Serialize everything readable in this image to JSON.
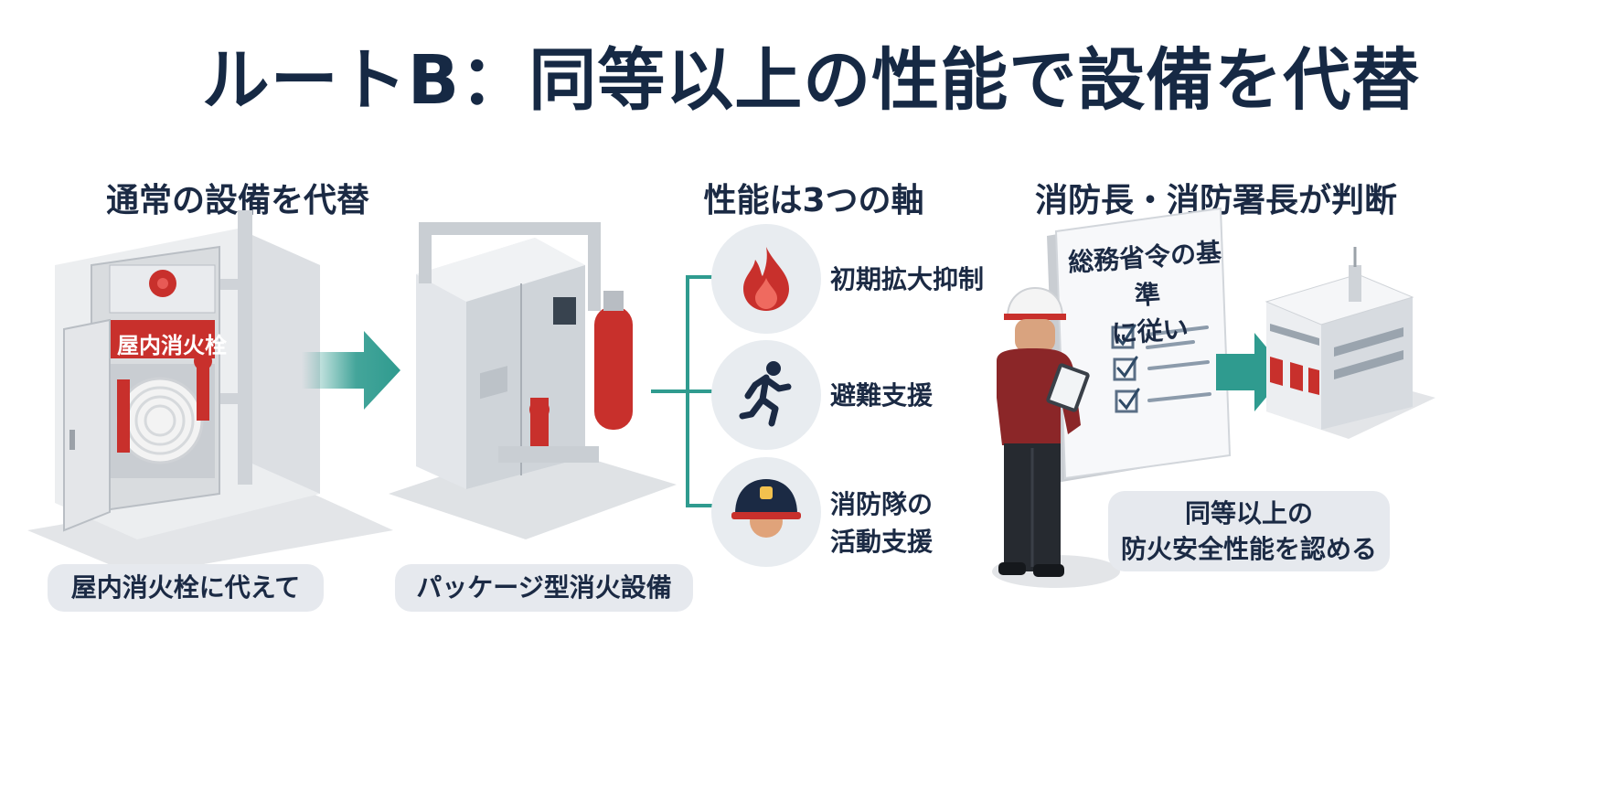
{
  "title": "ルートB：同等以上の性能で設備を代替",
  "left": {
    "heading": "通常の設備を代替",
    "cabinet_label": "屋内消火栓",
    "caption_from": "屋内消火栓に代えて",
    "caption_to": "パッケージ型消火設備"
  },
  "middle": {
    "heading": "性能は3つの軸",
    "axes": [
      {
        "label": "初期拡大抑制",
        "icon": "flame-icon"
      },
      {
        "label": "避難支援",
        "icon": "running-person-icon"
      },
      {
        "label": "消防隊の\n活動支援",
        "icon": "firefighter-helmet-icon"
      }
    ]
  },
  "right": {
    "heading": "消防長・消防署長が判断",
    "document_text": "総務省令の基準\nに従い",
    "caption": "同等以上の\n防火安全性能を認める"
  },
  "colors": {
    "title": "#162944",
    "accent_teal": "#2f9b8f",
    "fire_red": "#c8302c",
    "pill_bg": "#e6e9ee"
  }
}
